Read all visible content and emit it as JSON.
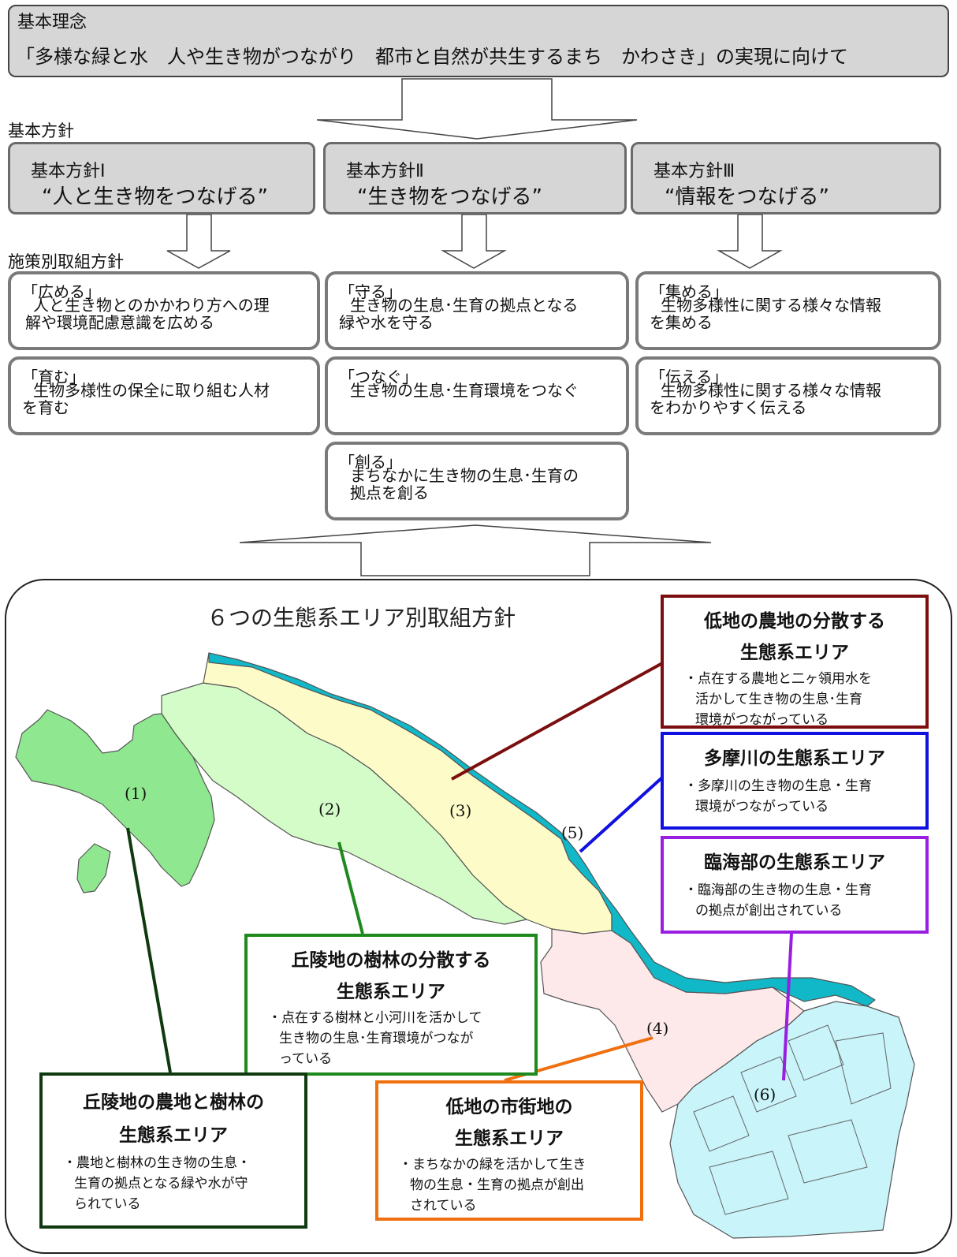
{
  "top": {
    "title": "基本理念",
    "text": "「多様な緑と水　人や生き物がつながり　都市と自然が共生するまち　かわさき」の実現に向けて"
  },
  "basic_policy_label": "基本方針",
  "policies": [
    {
      "title": "基本方針Ⅰ",
      "sub": "“人と生き物をつなげる”"
    },
    {
      "title": "基本方針Ⅱ",
      "sub": "“生き物をつなげる”"
    },
    {
      "title": "基本方針Ⅲ",
      "sub": "“情報をつなげる”"
    }
  ],
  "measures_label": "施策別取組方針",
  "measures": {
    "hiromeru": {
      "head": "「広める」",
      "l1": "人と生き物とのかかわり方への理",
      "l2": "解や環境配慮意識を広める"
    },
    "mamoru": {
      "head": "「守る」",
      "l1": "生き物の生息･生育の拠点となる",
      "l2": "緑や水を守る"
    },
    "atsumeru": {
      "head": "「集める」",
      "l1": "生物多様性に関する様々な情報",
      "l2": "を集める"
    },
    "hagukumu": {
      "head": "「育む」",
      "l1": "生物多様性の保全に取り組む人材",
      "l2": "を育む"
    },
    "tsunagu": {
      "head": "「つなぐ」",
      "l1": "生き物の生息･生育環境をつなぐ",
      "l2": ""
    },
    "tsutaeru": {
      "head": "「伝える」",
      "l1": "生物多様性に関する様々な情報",
      "l2": "をわかりやすく伝える"
    },
    "tsukuru": {
      "head": "「創る」",
      "l1": "まちなかに生き物の生息･生育の",
      "l2": "拠点を創る"
    }
  },
  "map_title": "６つの生態系エリア別取組方針",
  "map_labels": [
    "(1)",
    "(2)",
    "(3)",
    "(4)",
    "(5)",
    "(6)"
  ],
  "areas": {
    "lowland_farm": {
      "title1": "低地の農地の分散する",
      "title2": "生態系エリア",
      "desc": [
        "・点在する農地と二ヶ領用水を",
        "活かして生き物の生息･生育",
        "環境がつながっている"
      ],
      "color": "#7b0e0e"
    },
    "tama": {
      "title1": "多摩川の生態系エリア",
      "title2": "",
      "desc": [
        "・多摩川の生き物の生息・生育",
        "環境がつながっている"
      ],
      "color": "#1010e0"
    },
    "coastal": {
      "title1": "臨海部の生態系エリア",
      "title2": "",
      "desc": [
        "・臨海部の生き物の生息・生育",
        "の拠点が創出されている"
      ],
      "color": "#9a1ee0"
    },
    "hill_forest": {
      "title1": "丘陵地の樹林の分散する",
      "title2": "生態系エリア",
      "desc": [
        "・点在する樹林と小河川を活かして",
        "生き物の生息･生育環境がつなが",
        "っている"
      ],
      "color": "#1e8a1e"
    },
    "urban": {
      "title1": "低地の市街地の",
      "title2": "生態系エリア",
      "desc": [
        "・まちなかの緑を活かして生き",
        "物の生息・生育の拠点が創出",
        "されている"
      ],
      "color": "#f07010"
    },
    "hill_farm": {
      "title1": "丘陵地の農地と樹林の",
      "title2": "生態系エリア",
      "desc": [
        "・農地と樹林の生き物の生息・",
        "生育の拠点となる緑や水が守",
        "られている"
      ],
      "color": "#0f3a0f"
    }
  },
  "colors": {
    "area1": "#8fe88f",
    "area2": "#d4fcc8",
    "area3": "#fdfcc8",
    "area4": "#fde8ea",
    "area5": "#10b8c8",
    "area6": "#c8f4fa"
  }
}
